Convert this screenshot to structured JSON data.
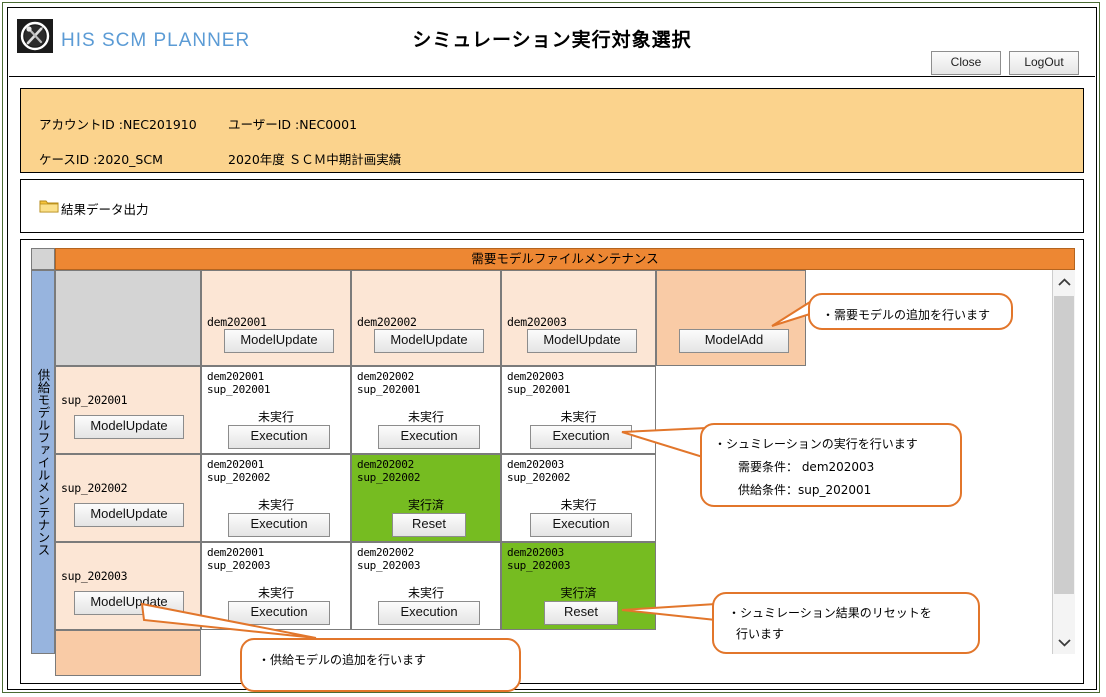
{
  "titlebar": {
    "brand": "HIS SCM PLANNER",
    "page_title": "シミュレーション実行対象選択",
    "close_label": "Close",
    "logout_label": "LogOut",
    "logo_icon": "tools-emblem-icon"
  },
  "account": {
    "account_id": "アカウントID :NEC201910",
    "user_id": "ユーザーID :NEC0001",
    "case_id": "ケースID    :2020_SCM",
    "case_name": "2020年度  ＳＣＭ中期計画実績"
  },
  "output": {
    "icon": "folder-icon",
    "label": "結果データ出力"
  },
  "matrix": {
    "demand_header": "需要モデルファイルメンテナンス",
    "supply_sidebar": "供給モデルファイルメンテナンス",
    "model_update_label": "ModelUpdate",
    "model_add_label": "ModelAdd",
    "execution_label": "Execution",
    "reset_label": "Reset",
    "status_not_run": "未実行",
    "status_done": "実行済",
    "demand_columns": [
      {
        "name": "dem202001"
      },
      {
        "name": "dem202002"
      },
      {
        "name": "dem202003"
      }
    ],
    "supply_rows": [
      {
        "name": "sup_202001"
      },
      {
        "name": "sup_202002"
      },
      {
        "name": "sup_202003"
      }
    ],
    "cells": [
      [
        {
          "demand": "dem202001",
          "supply": "sup_202001",
          "status": "未実行",
          "action": "Execution",
          "state": "pending"
        },
        {
          "demand": "dem202002",
          "supply": "sup_202001",
          "status": "未実行",
          "action": "Execution",
          "state": "pending"
        },
        {
          "demand": "dem202003",
          "supply": "sup_202001",
          "status": "未実行",
          "action": "Execution",
          "state": "pending"
        }
      ],
      [
        {
          "demand": "dem202001",
          "supply": "sup_202002",
          "status": "未実行",
          "action": "Execution",
          "state": "pending"
        },
        {
          "demand": "dem202002",
          "supply": "sup_202002",
          "status": "実行済",
          "action": "Reset",
          "state": "done"
        },
        {
          "demand": "dem202003",
          "supply": "sup_202002",
          "status": "未実行",
          "action": "Execution",
          "state": "pending"
        }
      ],
      [
        {
          "demand": "dem202001",
          "supply": "sup_202003",
          "status": "未実行",
          "action": "Execution",
          "state": "pending"
        },
        {
          "demand": "dem202002",
          "supply": "sup_202003",
          "status": "未実行",
          "action": "Execution",
          "state": "pending"
        },
        {
          "demand": "dem202003",
          "supply": "sup_202003",
          "status": "実行済",
          "action": "Reset",
          "state": "done"
        }
      ]
    ],
    "scrollbar": {
      "up_icon": "chevron-up-icon",
      "down_icon": "chevron-down-icon"
    }
  },
  "callouts": {
    "model_add": {
      "line1": "・需要モデルの追加を行います"
    },
    "execution": {
      "line1": "・シュミレーションの実行を行います",
      "line2": "需要条件： dem202003",
      "line3": "供給条件：sup_202001"
    },
    "reset": {
      "line1": "・シュミレーション結果のリセットを",
      "line2": "行います"
    },
    "supply_add": {
      "line1": "・供給モデルの追加を行います"
    }
  },
  "colors": {
    "orange_header": "#ed8733",
    "blue_sidebar": "#97b4de",
    "green_done": "#76bc21",
    "peach": "#fce6d5",
    "deep_peach": "#f9cba6",
    "amber_panel": "#fbd38d",
    "callout_border": "#e2762b",
    "brand_blue": "#5b9bd5"
  }
}
